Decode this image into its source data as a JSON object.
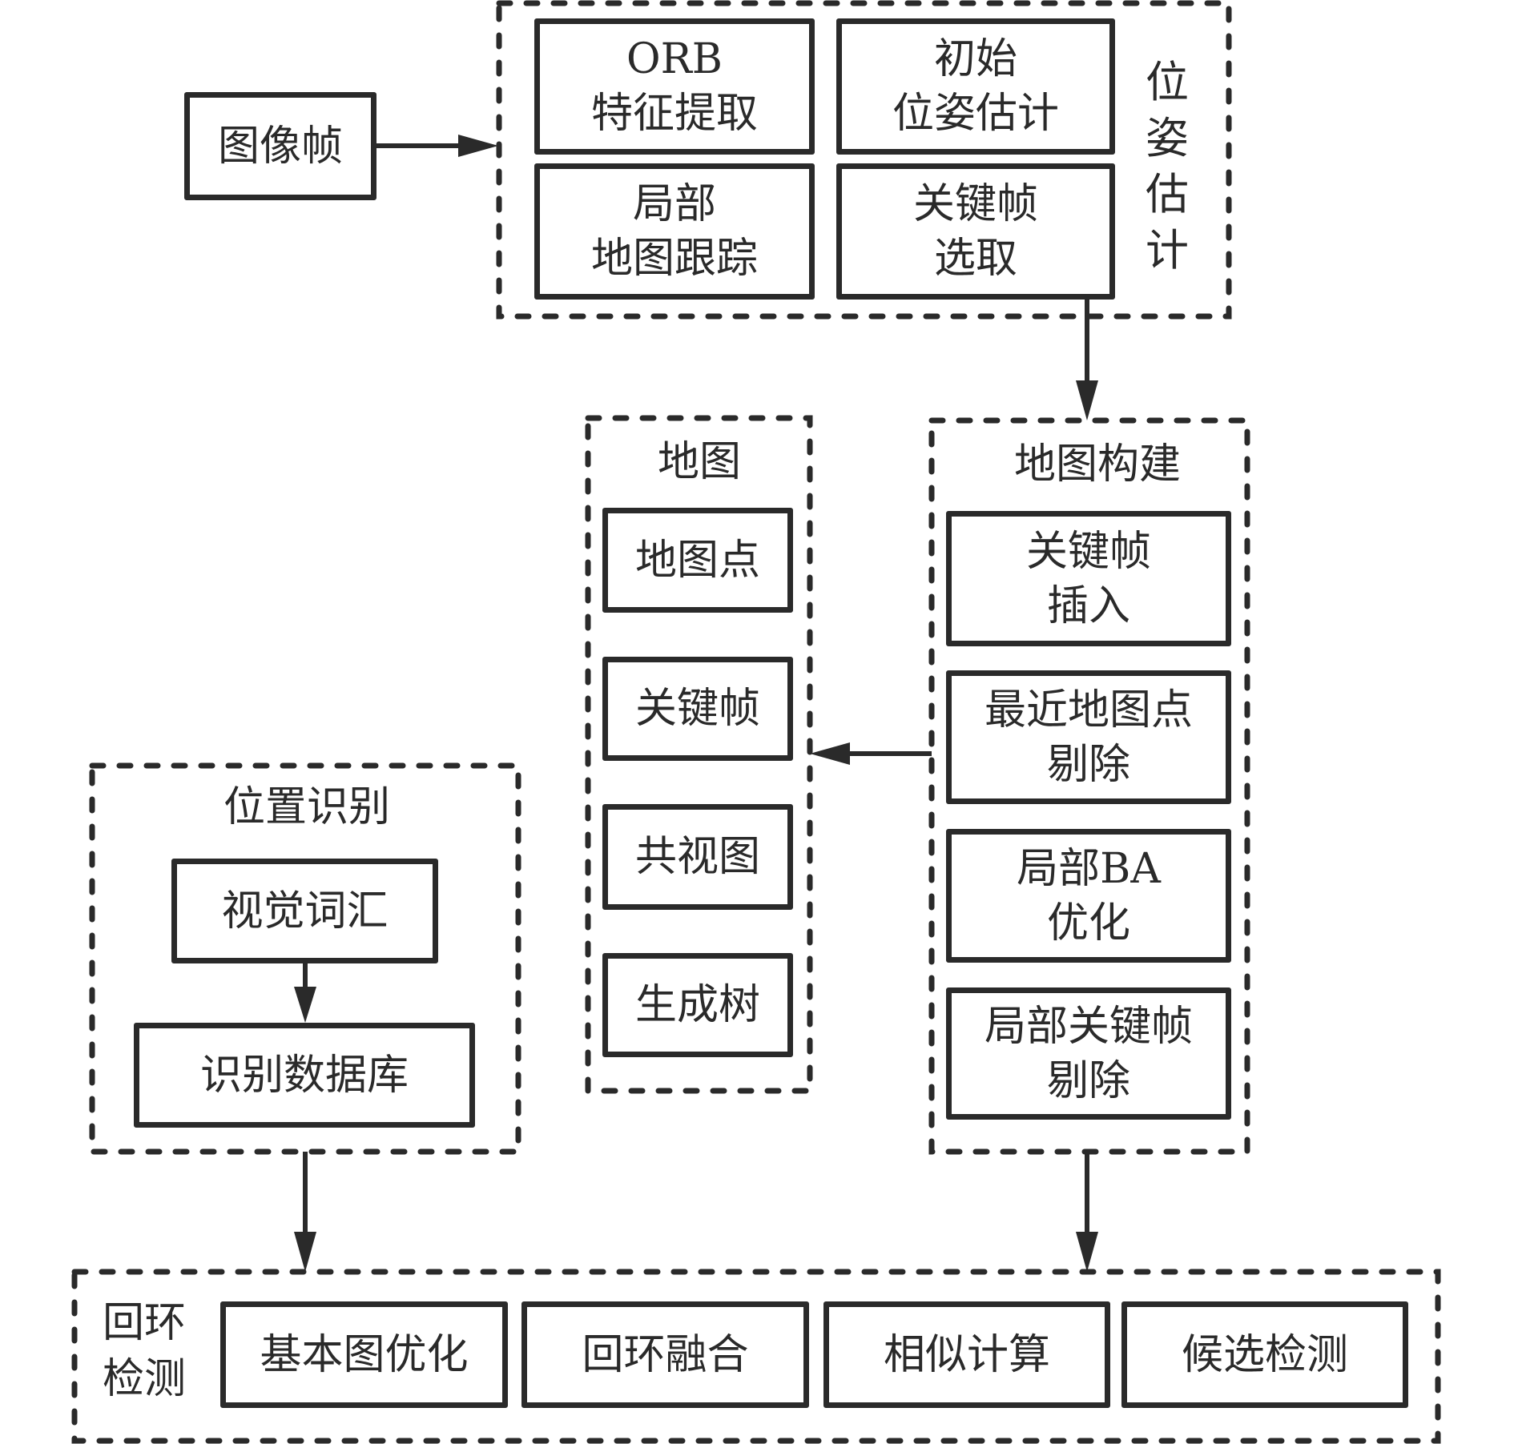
{
  "diagram": {
    "input": {
      "label": "图像帧"
    },
    "pose_estimation": {
      "title_chars": [
        "位",
        "姿",
        "估",
        "计"
      ],
      "steps": [
        {
          "lines": [
            "ORB",
            "特征提取"
          ]
        },
        {
          "lines": [
            "初始",
            "位姿估计"
          ]
        },
        {
          "lines": [
            "局部",
            "地图跟踪"
          ]
        },
        {
          "lines": [
            "关键帧",
            "选取"
          ]
        }
      ]
    },
    "map": {
      "title": "地图",
      "items": [
        {
          "label": "地图点"
        },
        {
          "label": "关键帧"
        },
        {
          "label": "共视图"
        },
        {
          "label": "生成树"
        }
      ]
    },
    "map_building": {
      "title": "地图构建",
      "steps": [
        {
          "lines": [
            "关键帧",
            "插入"
          ]
        },
        {
          "lines": [
            "最近地图点",
            "剔除"
          ]
        },
        {
          "lines": [
            "局部BA",
            "优化"
          ]
        },
        {
          "lines": [
            "局部关键帧",
            "剔除"
          ]
        }
      ]
    },
    "place_recognition": {
      "title": "位置识别",
      "steps": [
        {
          "label": "视觉词汇"
        },
        {
          "label": "识别数据库"
        }
      ]
    },
    "loop_detection": {
      "title_lines": [
        "回环",
        "检测"
      ],
      "steps": [
        {
          "label": "基本图优化"
        },
        {
          "label": "回环融合"
        },
        {
          "label": "相似计算"
        },
        {
          "label": "候选检测"
        }
      ]
    },
    "edges": [
      {
        "from": "图像帧",
        "to": "位姿估计"
      },
      {
        "from": "关键帧选取",
        "to": "地图构建"
      },
      {
        "from": "地图构建",
        "to": "地图"
      },
      {
        "from": "视觉词汇",
        "to": "识别数据库"
      },
      {
        "from": "位置识别",
        "to": "回环检测"
      },
      {
        "from": "地图构建",
        "to": "回环检测"
      }
    ],
    "colors": {
      "stroke": "#2a2a2a",
      "background": "#ffffff"
    }
  }
}
